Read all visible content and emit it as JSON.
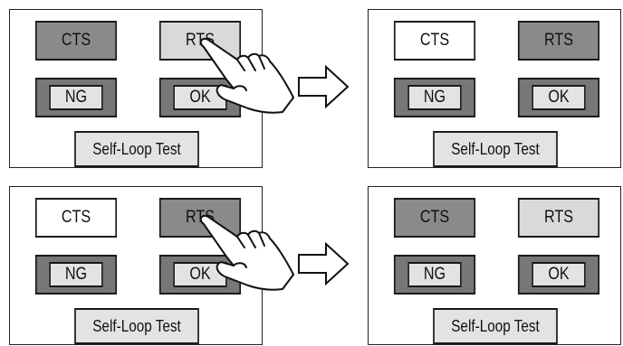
{
  "diagram": {
    "rows": [
      {
        "before": {
          "cts": {
            "label": "CTS",
            "state": "dark"
          },
          "rts": {
            "label": "RTS",
            "state": "light"
          },
          "ng": {
            "label": "NG"
          },
          "ok": {
            "label": "OK"
          },
          "self_loop": {
            "label": "Self-Loop Test"
          }
        },
        "after": {
          "cts": {
            "label": "CTS",
            "state": "white"
          },
          "rts": {
            "label": "RTS",
            "state": "dark"
          },
          "ng": {
            "label": "NG"
          },
          "ok": {
            "label": "OK"
          },
          "self_loop": {
            "label": "Self-Loop Test"
          }
        }
      },
      {
        "before": {
          "cts": {
            "label": "CTS",
            "state": "white"
          },
          "rts": {
            "label": "RTS",
            "state": "dark"
          },
          "ng": {
            "label": "NG"
          },
          "ok": {
            "label": "OK"
          },
          "self_loop": {
            "label": "Self-Loop Test"
          }
        },
        "after": {
          "cts": {
            "label": "CTS",
            "state": "dark"
          },
          "rts": {
            "label": "RTS",
            "state": "light"
          },
          "ng": {
            "label": "NG"
          },
          "ok": {
            "label": "OK"
          },
          "self_loop": {
            "label": "Self-Loop Test"
          }
        }
      }
    ],
    "colors": {
      "dark": "#8a8a8a",
      "light": "#d9d9d9",
      "white": "#ffffff",
      "frame": "#777777"
    }
  }
}
